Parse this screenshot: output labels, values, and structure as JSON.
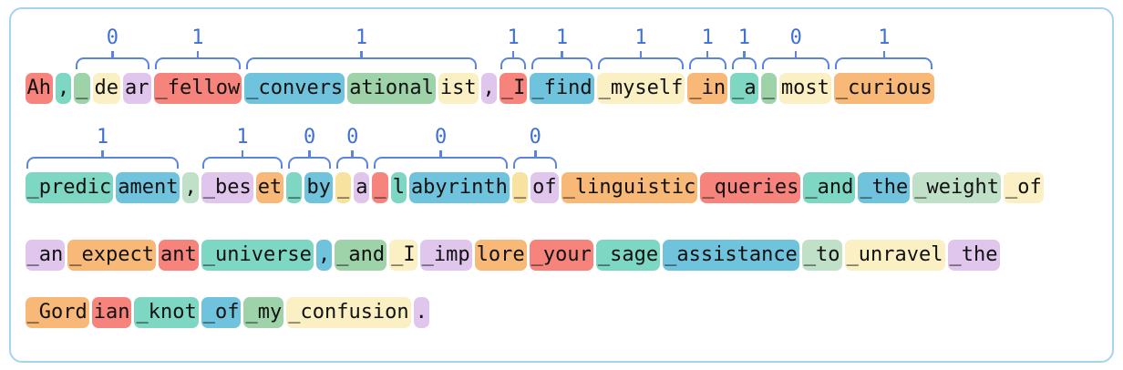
{
  "colors": {
    "bracket": "#5B85DC",
    "label": "#3F70D2",
    "card_border": "#A6D4EC",
    "token_text": "#111111"
  },
  "palette": {
    "salmon": "#F6847D",
    "turquoise": "#7DD7C3",
    "sage": "#9ED2A9",
    "palegreen": "#C0E1C8",
    "cream": "#FAF0C4",
    "golden": "#F8E2A0",
    "lavender": "#E0C5EC",
    "blue": "#70C3DC",
    "orange": "#F8B877"
  },
  "lines": [
    {
      "units": [
        {
          "type": "token",
          "text": "Ah",
          "color": "salmon"
        },
        {
          "type": "token",
          "text": ",",
          "color": "turquoise"
        },
        {
          "type": "group",
          "label": "0",
          "tokens": [
            {
              "text": "_",
              "color": "sage"
            },
            {
              "text": "de",
              "color": "cream"
            },
            {
              "text": "ar",
              "color": "lavender"
            }
          ]
        },
        {
          "type": "group",
          "label": "1",
          "tokens": [
            {
              "text": "_fellow",
              "color": "salmon"
            }
          ]
        },
        {
          "type": "group",
          "label": "1",
          "tokens": [
            {
              "text": "_convers",
              "color": "blue"
            },
            {
              "text": "ational",
              "color": "sage"
            },
            {
              "text": "ist",
              "color": "cream"
            }
          ]
        },
        {
          "type": "token",
          "text": ",",
          "color": "lavender"
        },
        {
          "type": "group",
          "label": "1",
          "tokens": [
            {
              "text": "_I",
              "color": "salmon"
            }
          ]
        },
        {
          "type": "group",
          "label": "1",
          "tokens": [
            {
              "text": "_find",
              "color": "blue"
            }
          ]
        },
        {
          "type": "group",
          "label": "1",
          "tokens": [
            {
              "text": "_myself",
              "color": "cream"
            }
          ]
        },
        {
          "type": "group",
          "label": "1",
          "tokens": [
            {
              "text": "_in",
              "color": "orange"
            }
          ]
        },
        {
          "type": "group",
          "label": "1",
          "tokens": [
            {
              "text": "_a",
              "color": "turquoise"
            }
          ]
        },
        {
          "type": "group",
          "label": "0",
          "tokens": [
            {
              "text": "_",
              "color": "sage"
            },
            {
              "text": "most",
              "color": "cream"
            }
          ]
        },
        {
          "type": "group",
          "label": "1",
          "tokens": [
            {
              "text": "_curious",
              "color": "orange"
            }
          ]
        }
      ]
    },
    {
      "units": [
        {
          "type": "group",
          "label": "1",
          "tokens": [
            {
              "text": "_predic",
              "color": "turquoise"
            },
            {
              "text": "ament",
              "color": "blue"
            }
          ]
        },
        {
          "type": "token",
          "text": ",",
          "color": "palegreen"
        },
        {
          "type": "group",
          "label": "1",
          "tokens": [
            {
              "text": "_bes",
              "color": "lavender"
            },
            {
              "text": "et",
              "color": "orange"
            }
          ]
        },
        {
          "type": "group",
          "label": "0",
          "tokens": [
            {
              "text": "_",
              "color": "turquoise"
            },
            {
              "text": "by",
              "color": "blue"
            }
          ]
        },
        {
          "type": "group",
          "label": "0",
          "tokens": [
            {
              "text": "_",
              "color": "golden"
            },
            {
              "text": "a",
              "color": "lavender"
            }
          ]
        },
        {
          "type": "group",
          "label": "0",
          "tokens": [
            {
              "text": "_",
              "color": "salmon"
            },
            {
              "text": "l",
              "color": "turquoise"
            },
            {
              "text": "abyrinth",
              "color": "blue"
            }
          ]
        },
        {
          "type": "group",
          "label": "0",
          "tokens": [
            {
              "text": "_",
              "color": "golden"
            },
            {
              "text": "of",
              "color": "lavender"
            }
          ]
        },
        {
          "type": "token",
          "text": "_linguistic",
          "color": "orange"
        },
        {
          "type": "token",
          "text": "_queries",
          "color": "salmon"
        },
        {
          "type": "token",
          "text": "_and",
          "color": "turquoise"
        },
        {
          "type": "token",
          "text": "_the",
          "color": "blue"
        },
        {
          "type": "token",
          "text": "_weight",
          "color": "palegreen"
        },
        {
          "type": "token",
          "text": "_of",
          "color": "cream"
        }
      ]
    },
    {
      "units": [
        {
          "type": "token",
          "text": "_an",
          "color": "lavender"
        },
        {
          "type": "token",
          "text": "_expect",
          "color": "orange"
        },
        {
          "type": "token",
          "text": "ant",
          "color": "salmon"
        },
        {
          "type": "token",
          "text": "_universe",
          "color": "turquoise"
        },
        {
          "type": "token",
          "text": ",",
          "color": "blue"
        },
        {
          "type": "token",
          "text": "_and",
          "color": "sage"
        },
        {
          "type": "token",
          "text": "_I",
          "color": "cream"
        },
        {
          "type": "token",
          "text": "_imp",
          "color": "lavender"
        },
        {
          "type": "token",
          "text": "lore",
          "color": "orange"
        },
        {
          "type": "token",
          "text": "_your",
          "color": "salmon"
        },
        {
          "type": "token",
          "text": "_sage",
          "color": "turquoise"
        },
        {
          "type": "token",
          "text": "_assistance",
          "color": "blue"
        },
        {
          "type": "token",
          "text": "_to",
          "color": "palegreen"
        },
        {
          "type": "token",
          "text": "_unravel",
          "color": "cream"
        },
        {
          "type": "token",
          "text": "_the",
          "color": "lavender"
        }
      ]
    },
    {
      "units": [
        {
          "type": "token",
          "text": "_Gord",
          "color": "orange"
        },
        {
          "type": "token",
          "text": "ian",
          "color": "salmon"
        },
        {
          "type": "token",
          "text": "_knot",
          "color": "turquoise"
        },
        {
          "type": "token",
          "text": "_of",
          "color": "blue"
        },
        {
          "type": "token",
          "text": "_my",
          "color": "sage"
        },
        {
          "type": "token",
          "text": "_confusion",
          "color": "cream"
        },
        {
          "type": "token",
          "text": ".",
          "color": "lavender"
        }
      ]
    }
  ]
}
